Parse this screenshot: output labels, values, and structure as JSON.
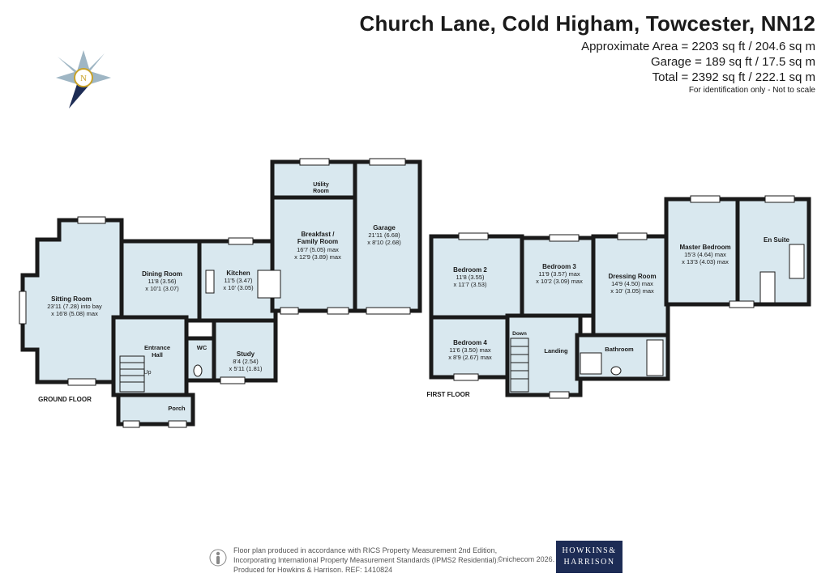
{
  "title": "Church Lane, Cold Higham, Towcester, NN12",
  "areas": {
    "approx": "Approximate Area = 2203 sq ft / 204.6 sq m",
    "garage": "Garage = 189 sq ft / 17.5 sq m",
    "total": "Total = 2392 sq ft / 222.1 sq m"
  },
  "disclaimer": "For identification only - Not to scale",
  "floors": {
    "ground": "GROUND FLOOR",
    "first": "FIRST FLOOR"
  },
  "rooms": {
    "sitting": {
      "name": "Sitting Room",
      "dim1": "23'11 (7.28) into bay",
      "dim2": "x 16'8 (5.08) max"
    },
    "dining": {
      "name": "Dining Room",
      "dim1": "11'8 (3.56)",
      "dim2": "x 10'1 (3.07)"
    },
    "kitchen": {
      "name": "Kitchen",
      "dim1": "11'5 (3.47)",
      "dim2": "x 10' (3.05)"
    },
    "breakfast": {
      "name1": "Breakfast /",
      "name2": "Family Room",
      "dim1": "16'7 (5.05) max",
      "dim2": "x 12'9 (3.89) max"
    },
    "utility": {
      "name1": "Utility",
      "name2": "Room"
    },
    "garage": {
      "name": "Garage",
      "dim1": "21'11 (6.68)",
      "dim2": "x 8'10 (2.68)"
    },
    "entrance": {
      "name1": "Entrance",
      "name2": "Hall"
    },
    "wc": {
      "name": "WC"
    },
    "study": {
      "name": "Study",
      "dim1": "8'4 (2.54)",
      "dim2": "x 5'11 (1.81)"
    },
    "porch": {
      "name": "Porch"
    },
    "up": "Up",
    "bed2": {
      "name": "Bedroom 2",
      "dim1": "11'8 (3.55)",
      "dim2": "x 11'7 (3.53)"
    },
    "bed3": {
      "name": "Bedroom 3",
      "dim1": "11'9 (3.57) max",
      "dim2": "x 10'2 (3.09) max"
    },
    "dressing": {
      "name": "Dressing Room",
      "dim1": "14'9 (4.50) max",
      "dim2": "x 10' (3.05) max"
    },
    "master": {
      "name": "Master Bedroom",
      "dim1": "15'3 (4.64) max",
      "dim2": "x 13'3 (4.03) max"
    },
    "ensuite": {
      "name": "En Suite"
    },
    "bed4": {
      "name": "Bedroom 4",
      "dim1": "11'6 (3.50) max",
      "dim2": "x 8'9 (2.67) max"
    },
    "landing": {
      "name": "Landing"
    },
    "bathroom": {
      "name": "Bathroom"
    },
    "down": "Down"
  },
  "footer": {
    "line1": "Floor plan produced in accordance with RICS Property Measurement 2nd Edition,",
    "line2": "Incorporating International Property Measurement Standards (IPMS2 Residential).",
    "line3": "Produced for Howkins & Harrison.   REF:  1410824",
    "nichecom": "©nichecom 2026.",
    "logo1": "HOWKINS&",
    "logo2": "HARRISON"
  },
  "colors": {
    "room_fill": "#d9e8ef",
    "wall": "#1a1a1a",
    "brand": "#1d2c55"
  }
}
